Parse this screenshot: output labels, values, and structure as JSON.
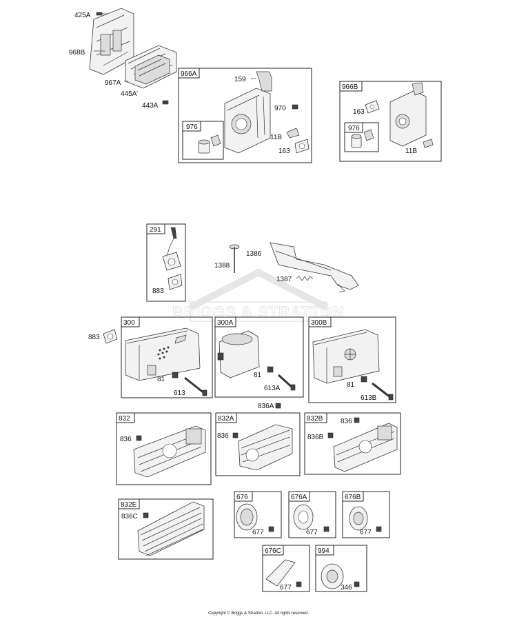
{
  "watermark": "BRIGGS & STRATTON",
  "copyright": "Copyright © Briggs & Stratton, LLC. All rights reserved.",
  "boxes": [
    {
      "id": "b966A",
      "label": "966A"
    },
    {
      "id": "b976a",
      "label": "976"
    },
    {
      "id": "b966B",
      "label": "966B"
    },
    {
      "id": "b976b",
      "label": "976"
    },
    {
      "id": "b291",
      "label": "291"
    },
    {
      "id": "b300",
      "label": "300"
    },
    {
      "id": "b300A",
      "label": "300A"
    },
    {
      "id": "b300B",
      "label": "300B"
    },
    {
      "id": "b832",
      "label": "832"
    },
    {
      "id": "b832A",
      "label": "832A"
    },
    {
      "id": "b832B",
      "label": "832B"
    },
    {
      "id": "b832E",
      "label": "832E"
    },
    {
      "id": "b676",
      "label": "676"
    },
    {
      "id": "b676A",
      "label": "676A"
    },
    {
      "id": "b676B",
      "label": "676B"
    },
    {
      "id": "b676C",
      "label": "676C"
    },
    {
      "id": "b994",
      "label": "994"
    }
  ],
  "labels": [
    {
      "id": "l425A",
      "text": "425A"
    },
    {
      "id": "l968B",
      "text": "968B"
    },
    {
      "id": "l967A",
      "text": "967A"
    },
    {
      "id": "l445A",
      "text": "445A"
    },
    {
      "id": "l443A",
      "text": "443A"
    },
    {
      "id": "l159",
      "text": "159"
    },
    {
      "id": "l970",
      "text": "970"
    },
    {
      "id": "l11Ba",
      "text": "11B"
    },
    {
      "id": "l163a",
      "text": "163"
    },
    {
      "id": "l163b",
      "text": "163"
    },
    {
      "id": "l11Bb",
      "text": "11B"
    },
    {
      "id": "l883a",
      "text": "883"
    },
    {
      "id": "l1386",
      "text": "1386"
    },
    {
      "id": "l1388",
      "text": "1388"
    },
    {
      "id": "l1387",
      "text": "1387"
    },
    {
      "id": "l883b",
      "text": "883"
    },
    {
      "id": "l81a",
      "text": "81"
    },
    {
      "id": "l613",
      "text": "613"
    },
    {
      "id": "l81b",
      "text": "81"
    },
    {
      "id": "l613A",
      "text": "613A"
    },
    {
      "id": "l81c",
      "text": "81"
    },
    {
      "id": "l613B",
      "text": "613B"
    },
    {
      "id": "l836A",
      "text": "836A"
    },
    {
      "id": "l836a",
      "text": "836"
    },
    {
      "id": "l836b",
      "text": "836"
    },
    {
      "id": "l836c",
      "text": "836"
    },
    {
      "id": "l836B",
      "text": "836B"
    },
    {
      "id": "l836C",
      "text": "836C"
    },
    {
      "id": "l677a",
      "text": "677"
    },
    {
      "id": "l677b",
      "text": "677"
    },
    {
      "id": "l677c",
      "text": "677"
    },
    {
      "id": "l677d",
      "text": "677"
    },
    {
      "id": "l346",
      "text": "346"
    }
  ]
}
